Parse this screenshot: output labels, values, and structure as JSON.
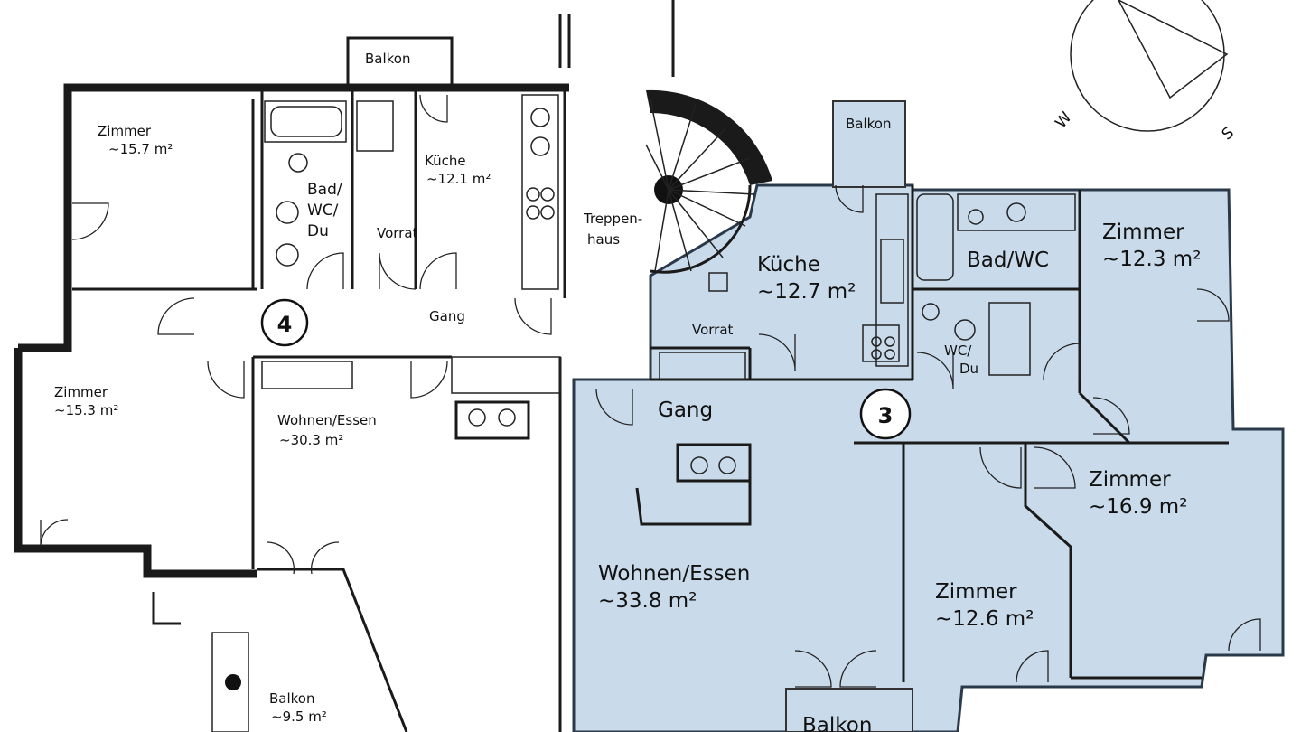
{
  "compass": {
    "west": "W",
    "south": "S"
  },
  "unit4": {
    "number": "4",
    "rooms": {
      "balkon_top": "Balkon",
      "zimmer_a": {
        "name": "Zimmer",
        "area": "~15.7 m²"
      },
      "bad": {
        "line1": "Bad/",
        "line2": "WC/",
        "line3": "Du"
      },
      "vorrat": "Vorrat",
      "kueche": {
        "name": "Küche",
        "area": "~12.1 m²"
      },
      "treppenhaus": {
        "line1": "Treppen-",
        "line2": "haus"
      },
      "gang": "Gang",
      "zimmer_b": {
        "name": "Zimmer",
        "area": "~15.3 m²"
      },
      "wohnen": {
        "name": "Wohnen/Essen",
        "area": "~30.3 m²"
      },
      "balkon_bottom": {
        "name": "Balkon",
        "area": "~9.5 m²"
      }
    }
  },
  "unit3": {
    "number": "3",
    "highlight_color": "#c9daea",
    "rooms": {
      "balkon_top": "Balkon",
      "kueche": {
        "name": "Küche",
        "area": "~12.7 m²"
      },
      "vorrat": "Vorrat",
      "bad": "Bad/WC",
      "wc": {
        "line1": "WC/",
        "line2": "Du"
      },
      "zimmer_a": {
        "name": "Zimmer",
        "area": "~12.3 m²"
      },
      "gang": "Gang",
      "zimmer_b": {
        "name": "Zimmer",
        "area": "~16.9 m²"
      },
      "wohnen": {
        "name": "Wohnen/Essen",
        "area": "~33.8 m²"
      },
      "zimmer_c": {
        "name": "Zimmer",
        "area": "~12.6 m²"
      },
      "balkon_bottom": "Balkon"
    }
  }
}
